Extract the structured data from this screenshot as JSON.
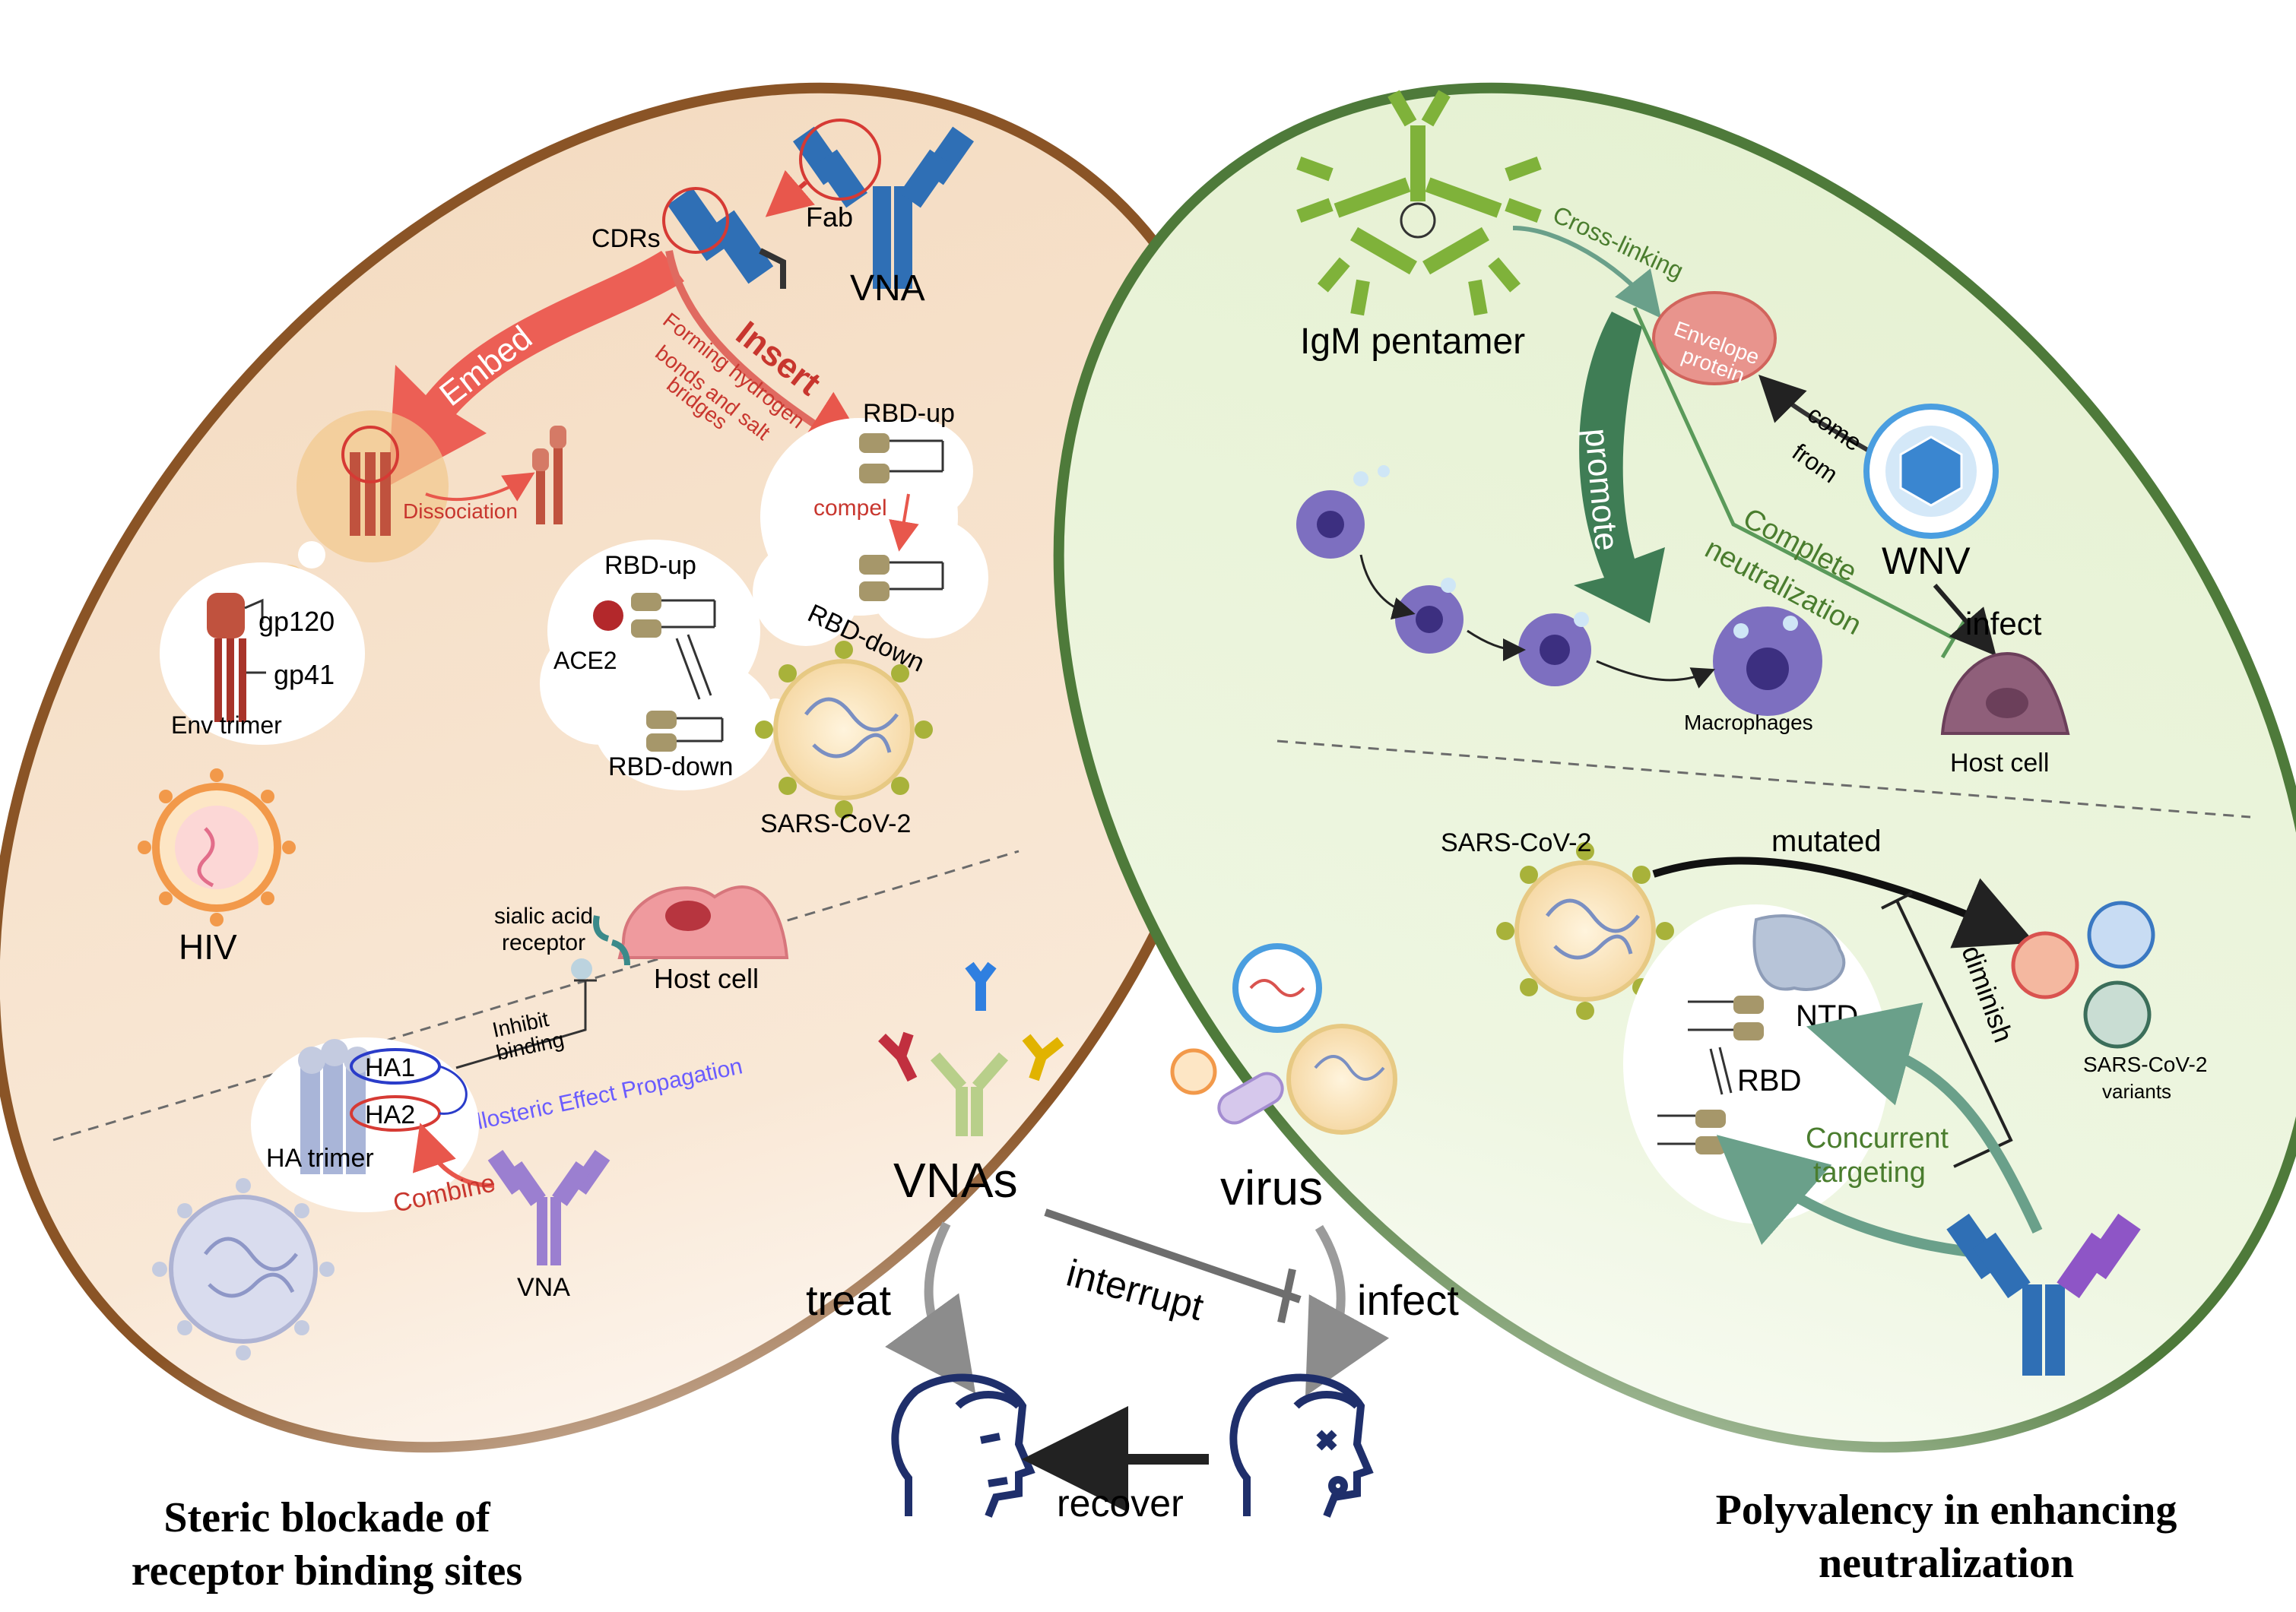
{
  "left_panel": {
    "caption_line1": "Steric blockade of",
    "caption_line2": "receptor binding sites",
    "vna_label": "VNA",
    "fab_label": "Fab",
    "cdrs_label": "CDRs",
    "embed_label": "Embed",
    "insert_label": "Insert",
    "insert_desc_line1": "Forming hydrogen",
    "insert_desc_line2": "bonds and salt",
    "insert_desc_line3": "bridges",
    "rbd_up_label": "RBD-up",
    "compel_label": "compel",
    "rbd_down_label": "RBD-down",
    "rbd_up_label2": "RBD-up",
    "ace2_label": "ACE2",
    "rbd_down_label2": "RBD-down",
    "sars_label": "SARS-CoV-2",
    "dissociation_label": "Dissociation",
    "gp120_label": "gp120",
    "gp41_label": "gp41",
    "env_trimer_label": "Env trimer",
    "hiv_label": "HIV",
    "sialic_line1": "sialic acid",
    "sialic_line2": "receptor",
    "host_cell_label": "Host cell",
    "inhibit_line1": "Inhibit",
    "inhibit_line2": "binding",
    "allosteric_label": "Allosteric Effect Propagation",
    "ha1_label": "HA1",
    "ha2_label": "HA2",
    "ha_trimer_label": "HA trimer",
    "combine_label": "Combine",
    "vna_label2": "VNA"
  },
  "center": {
    "vnas_label": "VNAs",
    "virus_label": "virus",
    "treat_label": "treat",
    "interrupt_label": "interrupt",
    "infect_label": "infect",
    "recover_label": "recover"
  },
  "right_panel": {
    "caption_line1": "Polyvalency in enhancing",
    "caption_line2": "neutralization",
    "igm_label": "IgM pentamer",
    "crosslinking_label": "Cross-linking",
    "envelope_line1": "Envelope",
    "envelope_line2": "protein",
    "come_label": "come",
    "from_label": "from",
    "wnv_label": "WNV",
    "promote_label": "promote",
    "complete_line1": "Complete",
    "complete_line2": "neutralization",
    "infect_label": "infect",
    "macrophages_label": "Macrophages",
    "host_cell_label": "Host cell",
    "sars_label": "SARS-CoV-2",
    "mutated_label": "mutated",
    "diminish_label": "diminish",
    "ntd_label": "NTD",
    "rbd_label": "RBD",
    "variants_line1": "SARS-CoV-2",
    "variants_line2": "variants",
    "concurrent_line1": "Concurrent",
    "concurrent_line2": "targeting"
  },
  "colors": {
    "left_fill": "#f7e3cd",
    "left_border": "#8a5426",
    "right_fill": "#eaf3d9",
    "right_border": "#4e7a3a",
    "antibody_blue": "#2f6fb5",
    "red_arrow": "#e8574c",
    "green_text": "#4a7d2e",
    "macrophage": "#7d6fc0",
    "face_navy": "#1f2f6b"
  }
}
